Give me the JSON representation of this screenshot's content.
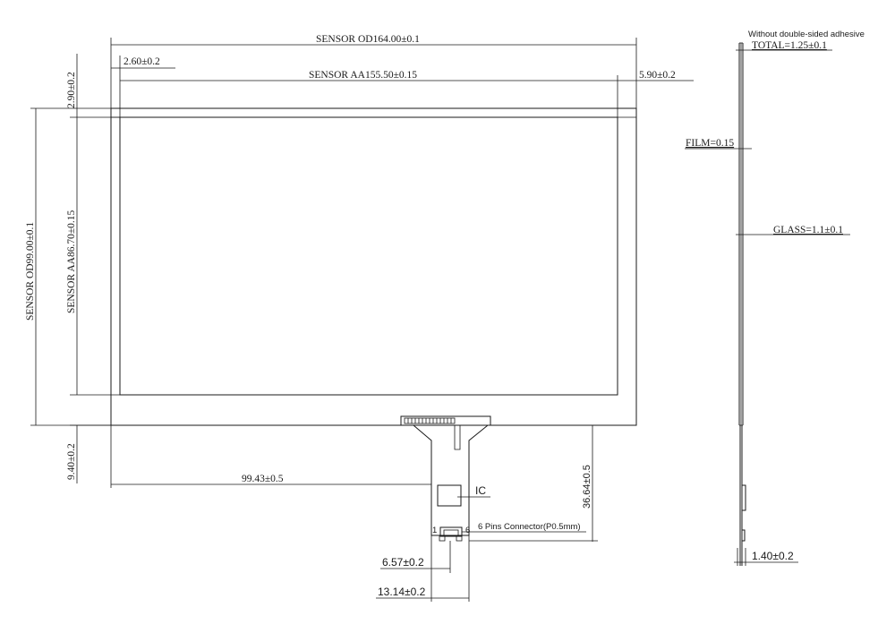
{
  "front_view": {
    "sensor_od_width": "SENSOR OD164.00±0.1",
    "left_margin": "2.60±0.2",
    "sensor_aa_width": "SENSOR AA155.50±0.15",
    "right_margin": "5.90±0.2",
    "top_margin": "2.90±0.2",
    "sensor_od_height": "SENSOR OD99.00±0.1",
    "sensor_aa_height": "SENSOR AA86.70±0.15",
    "bottom_margin": "9.40±0.2",
    "fpc_offset": "99.43±0.5",
    "fpc_length": "36.64±0.5",
    "ic_label": "IC",
    "pin_left": "1",
    "pin_right": "6",
    "connector_label": "6 Pins Connector(P0.5mm)",
    "connector_center": "6.57±0.2",
    "connector_width": "13.14±0.2"
  },
  "side_view": {
    "note": "Without double-sided adhesive",
    "total": "TOTAL=1.25±0.1",
    "film": "FILM=0.15",
    "glass": "GLASS=1.1±0.1",
    "fpc_thickness": "1.40±0.2"
  }
}
